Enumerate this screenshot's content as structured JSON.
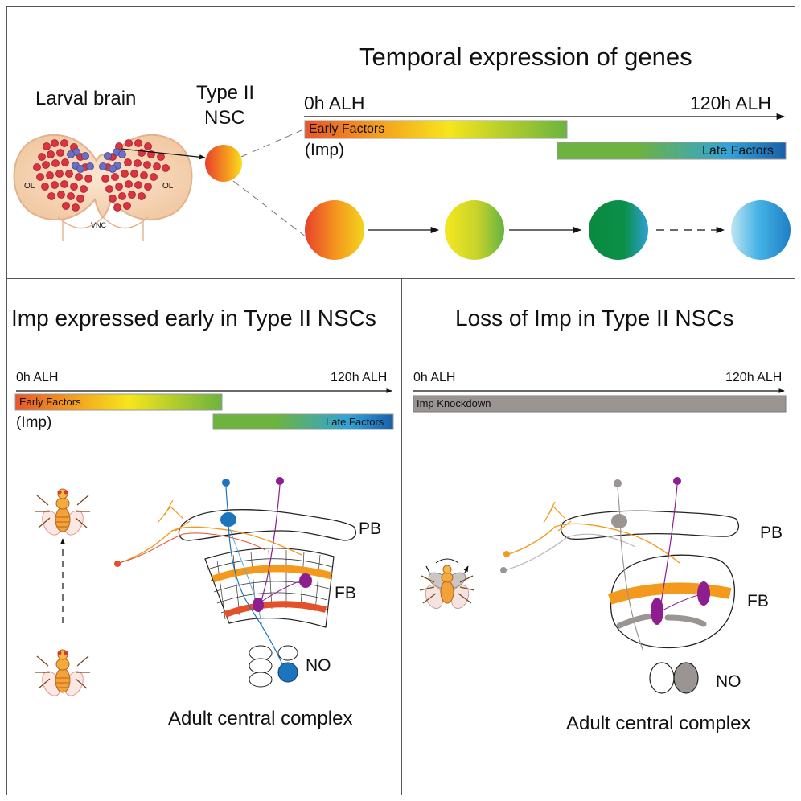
{
  "top": {
    "title": "Temporal expression of genes",
    "larval_brain_label": "Larval brain",
    "nsc_label_line1": "Type II",
    "nsc_label_line2": "NSC",
    "ol_left": "OL",
    "ol_right": "OL",
    "vnc": "VNC",
    "time_start": "0h ALH",
    "time_end": "120h ALH",
    "early_factors": "Early Factors",
    "imp": "(Imp)",
    "late_factors": "Late Factors"
  },
  "bottom_left": {
    "title": "Imp expressed early in Type II NSCs",
    "time_start": "0h ALH",
    "time_end": "120h ALH",
    "early_factors": "Early Factors",
    "imp": "(Imp)",
    "late_factors": "Late Factors",
    "pb": "PB",
    "fb": "FB",
    "no": "NO",
    "caption": "Adult central complex"
  },
  "bottom_right": {
    "title": "Loss of Imp in Type II NSCs",
    "time_start": "0h ALH",
    "time_end": "120h ALH",
    "knockdown": "Imp Knockdown",
    "pb": "PB",
    "fb": "FB",
    "no": "NO",
    "caption": "Adult central complex"
  },
  "colors": {
    "orange": "#f39a1e",
    "red": "#e4502a",
    "yellow": "#f4e51c",
    "green": "#6cb33f",
    "dark_green": "#0b8a3e",
    "blue": "#1c74bc",
    "purple": "#8e1e8f",
    "grey": "#9a9593",
    "brain_fill": "#f6d8bd",
    "cell_red": "#d9343f",
    "cell_blue": "#6d6fc2"
  }
}
